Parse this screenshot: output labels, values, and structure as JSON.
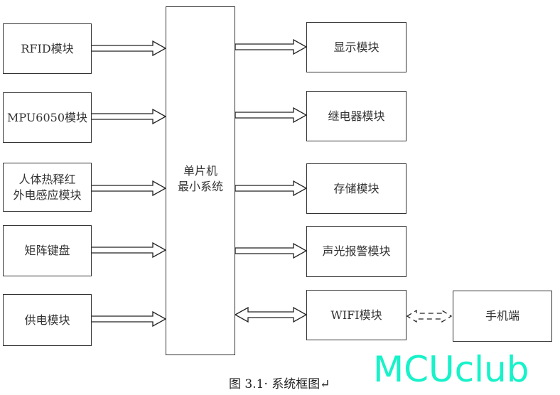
{
  "watermark": "MCUclub",
  "center": {
    "label": "单片机\n最小系统"
  },
  "inputs": [
    {
      "label": "RFID模块"
    },
    {
      "label": "MPU6050模块"
    },
    {
      "label": "人体热释红\n外电感应模块"
    },
    {
      "label": "矩阵键盘"
    },
    {
      "label": "供电模块"
    }
  ],
  "outputs": [
    {
      "label": "显示模块"
    },
    {
      "label": "继电器模块"
    },
    {
      "label": "存储模块"
    },
    {
      "label": "声光报警模块"
    },
    {
      "label": "WIFI模块"
    }
  ],
  "phone": {
    "label": "手机端"
  },
  "caption": "图 3.1· 系统框图↵"
}
